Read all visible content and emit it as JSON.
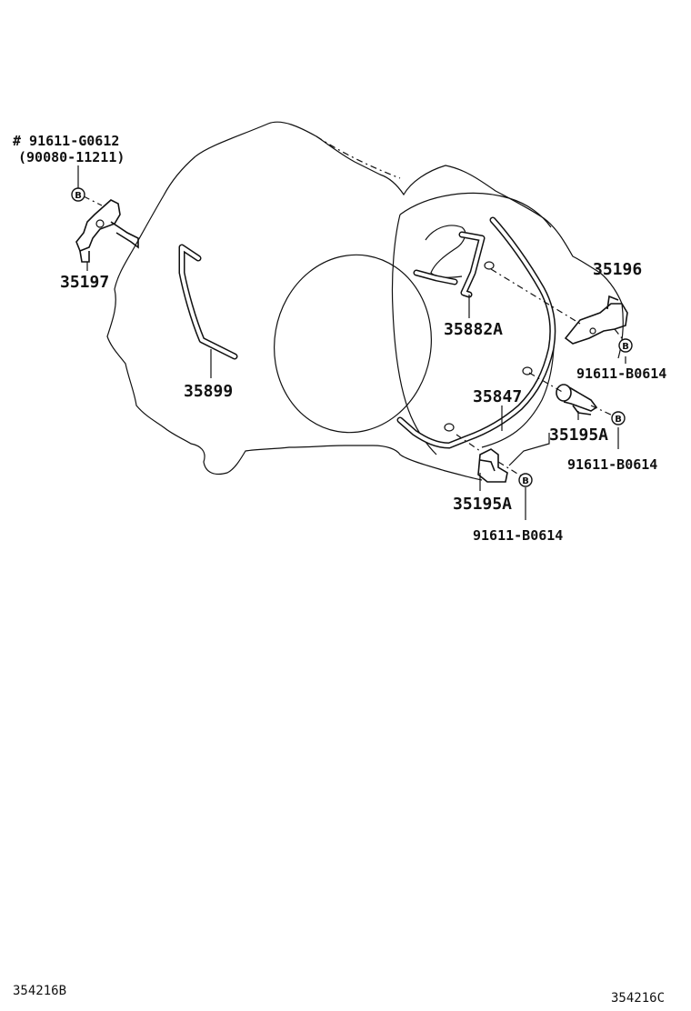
{
  "labels": {
    "p_91611_G0612": "# 91611-G0612",
    "p_90080_11211": "(90080-11211)",
    "p_35197": "35197",
    "p_35899": "35899",
    "p_35882A": "35882A",
    "p_35196": "35196",
    "p_91611_B0614_a": "91611-B0614",
    "p_35847": "35847",
    "p_35195A_a": "35195A",
    "p_91611_B0614_b": "91611-B0614",
    "p_35195A_b": "35195A",
    "p_91611_B0614_c": "91611-B0614",
    "bolt_mark": "B"
  },
  "footer": {
    "left_code": "354216B",
    "right_code": "354216C"
  }
}
